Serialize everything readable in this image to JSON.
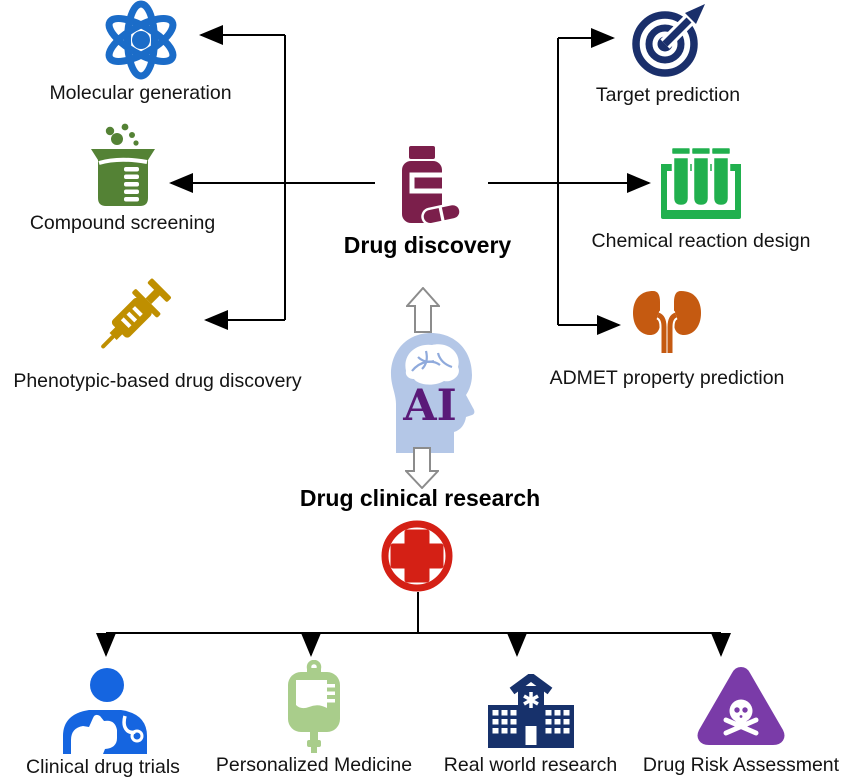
{
  "diagram": {
    "hub_drug_discovery": {
      "label": "Drug discovery",
      "icon": "pill-bottle-icon",
      "color": "#7B1F4B"
    },
    "ai_core": {
      "label": "AI",
      "icon": "ai-head-icon",
      "head_color": "#B4C7E7",
      "text_color": "#5A1A78"
    },
    "hub_drug_clinical_research": {
      "label": "Drug clinical research",
      "icon": "medical-cross-icon",
      "color": "#D42015"
    },
    "left_branches": [
      {
        "label": "Molecular generation",
        "icon": "atom-icon",
        "color": "#1B6CC8"
      },
      {
        "label": "Compound screening",
        "icon": "beaker-icon",
        "color": "#548235"
      },
      {
        "label": "Phenotypic-based drug discovery",
        "icon": "syringe-icon",
        "color": "#BF8F00"
      }
    ],
    "right_branches": [
      {
        "label": "Target prediction",
        "icon": "target-icon",
        "color": "#1A2F6B"
      },
      {
        "label": "Chemical reaction design",
        "icon": "test-tubes-icon",
        "color": "#21B04E"
      },
      {
        "label": "ADMET property prediction",
        "icon": "kidneys-icon",
        "color": "#C55A11"
      }
    ],
    "bottom_branches": [
      {
        "label": "Clinical drug trials",
        "icon": "doctor-icon",
        "color": "#1565E0"
      },
      {
        "label": "Personalized Medicine",
        "icon": "iv-bag-icon",
        "color": "#A9CD8B"
      },
      {
        "label": "Real world research",
        "icon": "hospital-icon",
        "color": "#17316B"
      },
      {
        "label": "Drug Risk Assessment",
        "icon": "hazard-triangle-icon",
        "color": "#7A3BA8"
      }
    ],
    "connector_color": "#000000",
    "hollow_arrow_color": "#8c8c8c"
  }
}
